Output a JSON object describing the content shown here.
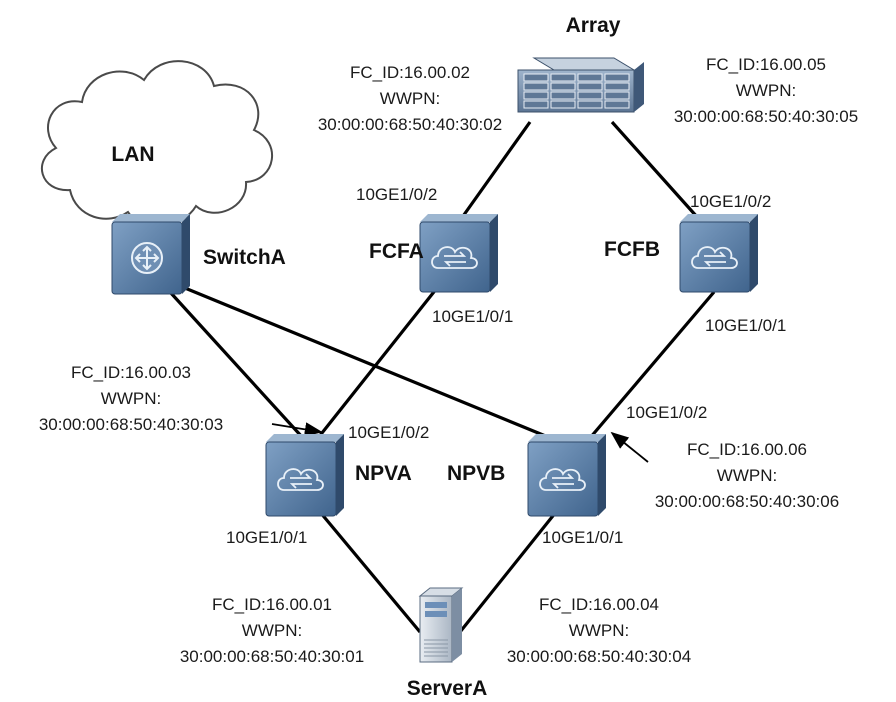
{
  "devices": {
    "array": "Array",
    "lan": "LAN",
    "switch_a": "SwitchA",
    "fcfa": "FCFA",
    "fcfb": "FCFB",
    "npva": "NPVA",
    "npvb": "NPVB",
    "server_a": "ServerA"
  },
  "ports": {
    "fcfa_p2": "10GE1/0/2",
    "fcfa_p1": "10GE1/0/1",
    "fcfb_p2": "10GE1/0/2",
    "fcfb_p1": "10GE1/0/1",
    "npva_p2": "10GE1/0/2",
    "npva_p1": "10GE1/0/1",
    "npvb_p2": "10GE1/0/2",
    "npvb_p1": "10GE1/0/1"
  },
  "fc_info": {
    "array_left": {
      "fc_id": "FC_ID:16.00.02",
      "wwpn_label": "WWPN:",
      "wwpn": "30:00:00:68:50:40:30:02"
    },
    "array_right": {
      "fc_id": "FC_ID:16.00.05",
      "wwpn_label": "WWPN:",
      "wwpn": "30:00:00:68:50:40:30:05"
    },
    "npva": {
      "fc_id": "FC_ID:16.00.03",
      "wwpn_label": "WWPN:",
      "wwpn": "30:00:00:68:50:40:30:03"
    },
    "npvb": {
      "fc_id": "FC_ID:16.00.06",
      "wwpn_label": "WWPN:",
      "wwpn": "30:00:00:68:50:40:30:06"
    },
    "server_left": {
      "fc_id": "FC_ID:16.00.01",
      "wwpn_label": "WWPN:",
      "wwpn": "30:00:00:68:50:40:30:01"
    },
    "server_right": {
      "fc_id": "FC_ID:16.00.04",
      "wwpn_label": "WWPN:",
      "wwpn": "30:00:00:68:50:40:30:04"
    }
  },
  "colors": {
    "device_face": "#5b7fa6",
    "device_side": "#2f4a6b",
    "device_top": "#8aa7c6",
    "link": "#000000"
  },
  "icons": {
    "switch": "router-arrows-icon",
    "fc_switch": "cloud-switch-icon",
    "storage": "disk-array-icon",
    "server": "tower-server-icon",
    "network": "cloud-icon"
  }
}
